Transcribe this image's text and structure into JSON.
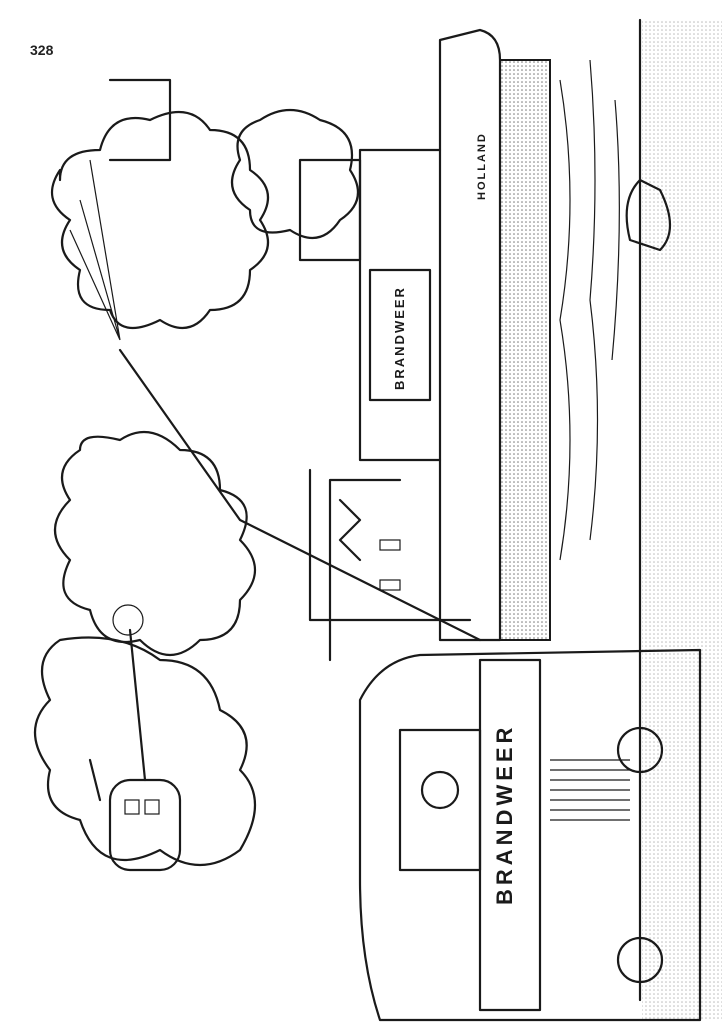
{
  "page_number": "328",
  "truck": {
    "label": "BRANDWEER"
  },
  "boat": {
    "label": "BRANDWEER",
    "name": "HOLLAND"
  },
  "colors": {
    "ink": "#1a1a1a",
    "paper": "#ffffff",
    "stipple": "#9a9a9a"
  }
}
